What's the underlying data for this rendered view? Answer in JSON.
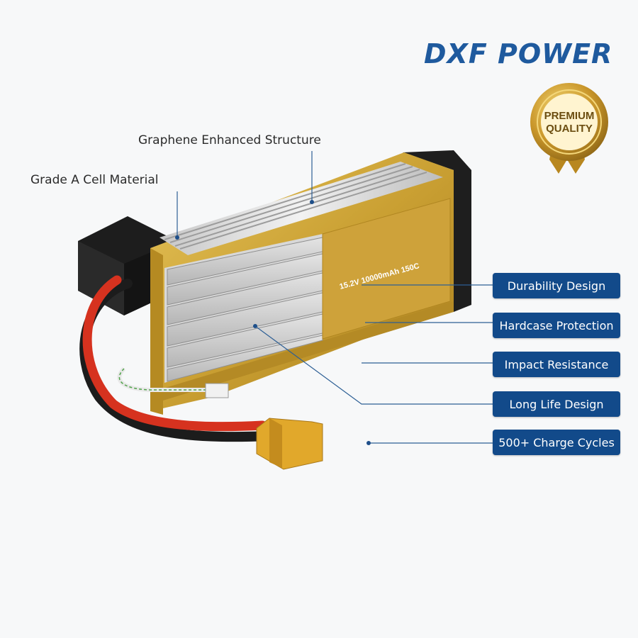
{
  "brand": {
    "name": "DXF POWER",
    "color": "#1f5a9e"
  },
  "badge": {
    "line1": "PREMIUM",
    "line2": "QUALITY",
    "icon": "gold-seal-badge"
  },
  "callouts": {
    "graphene": "Graphene Enhanced Structure",
    "grade_a": "Grade A Cell Material"
  },
  "battery": {
    "spec_label": "15.2V 10000mAh 150C",
    "connector_icon": "xt90-connector"
  },
  "features": [
    {
      "label": "Durability Design"
    },
    {
      "label": "Hardcase Protection"
    },
    {
      "label": "Impact Resistance"
    },
    {
      "label": "Long Life Design"
    },
    {
      "label": "500+ Charge Cycles"
    }
  ],
  "colors": {
    "feature_bg": "#124a8a",
    "gold": "#cfa434",
    "cell": "#c9c9c9",
    "cable_red": "#d6321f"
  }
}
